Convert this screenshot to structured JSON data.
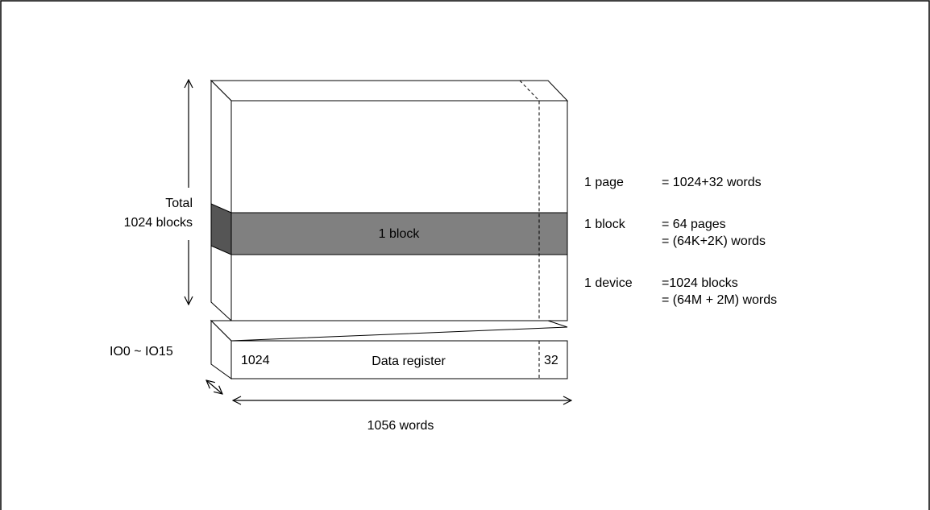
{
  "diagram": {
    "total_label_line1": "Total",
    "total_label_line2": "1024 blocks",
    "block_label": "1 block",
    "io_label": "IO0 ~ IO15",
    "register": {
      "left_value": "1024",
      "title": "Data register",
      "right_value": "32"
    },
    "width_label": "1056 words",
    "definitions": [
      {
        "term": "1 page",
        "value_lines": [
          "= 1024+32 words"
        ]
      },
      {
        "term": "1 block",
        "value_lines": [
          "= 64 pages",
          "= (64K+2K) words"
        ]
      },
      {
        "term": "1 device",
        "value_lines": [
          "=1024 blocks",
          "= (64M + 2M) words"
        ]
      }
    ]
  },
  "colors": {
    "line": "#000000",
    "block_front": "#808080",
    "block_side": "#555555",
    "background": "#ffffff"
  }
}
